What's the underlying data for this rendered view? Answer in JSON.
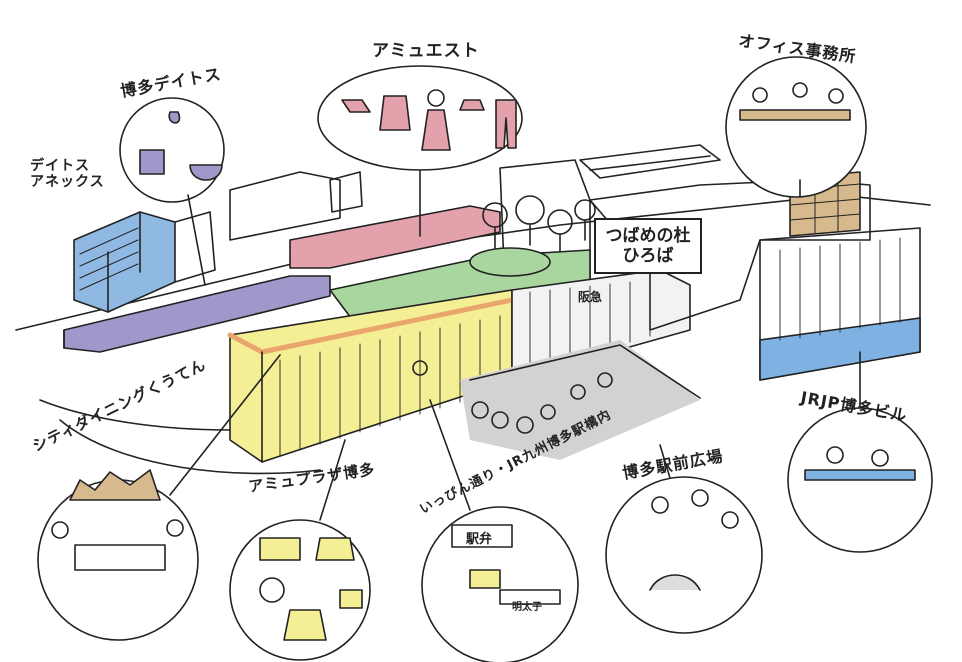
{
  "labels": {
    "deitos_annex": [
      "デイトス",
      "アネックス"
    ],
    "hakata_deitos": "博多デイトス",
    "amu_est": "アミュエスト",
    "office": "オフィス事務所",
    "tsubame_forest": [
      "つばめの杜",
      "ひろば"
    ],
    "hankyu": "阪急",
    "jrjp_building": "JRJP博多ビル",
    "station_plaza": "博多駅前広場",
    "city_dining": "シティダイニングくうてん",
    "amu_plaza": "アミュプラザ博多",
    "ippin_street": "いっぴん通り・JR九州博多駅構内"
  },
  "shop_texts": {
    "ekiben": "駅弁",
    "mentaiko": "明太子"
  },
  "colors": {
    "deitos_blue": "#8fb9e3",
    "deitos_purple": "#9e98cb",
    "amu_est_pink": "#e2a1ab",
    "forest_green": "#a9d59e",
    "amu_plaza_yellow": "#f4ee95",
    "roof_orange": "#e9a56b",
    "plaza_gray": "#d2d2d2",
    "jrjp_blue": "#7fb1e3",
    "office_tan": "#d6b98c",
    "hankyu_gray": "#e4e4e4",
    "line": "#222222"
  }
}
